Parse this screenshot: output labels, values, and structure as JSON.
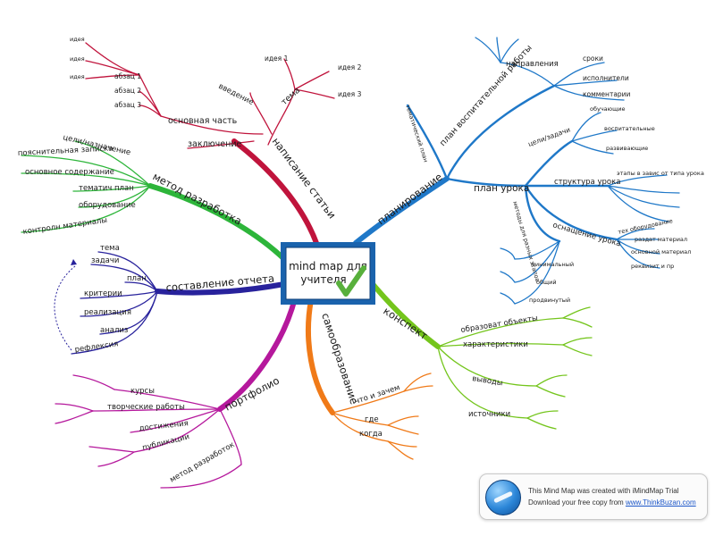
{
  "central": {
    "title_line1": "mind map для",
    "title_line2": "учителя"
  },
  "branches": {
    "writing": {
      "label": "написание статьи",
      "color": "#c0143c"
    },
    "method": {
      "label": "метод разработка",
      "color": "#2db53a"
    },
    "report": {
      "label": "составление отчета",
      "color": "#28229c"
    },
    "portfolio": {
      "label": "портфолио",
      "color": "#b5189c"
    },
    "selfedu": {
      "label": "самообразование",
      "color": "#f07a18"
    },
    "summary": {
      "label": "конспект",
      "color": "#74c51c"
    },
    "planning": {
      "label": "планирование",
      "color": "#1f78c8"
    }
  },
  "writing": {
    "topic": "тема",
    "topic_ideas": [
      "идея 1",
      "идея 2",
      "идея 3"
    ],
    "intro": "введение",
    "main_part": "основная часть",
    "conclusion": "заключение",
    "paragraphs": [
      "абзац 1",
      "абзац 2",
      "абзац 3"
    ],
    "ideas": [
      "идея",
      "идея",
      "идея"
    ]
  },
  "method": {
    "items": [
      "цели/назначение",
      "пояснительная записка",
      "основное содержание",
      "тематич план",
      "оборудование",
      "контролн материалы"
    ]
  },
  "report": {
    "items": [
      "тема",
      "задачи",
      "план",
      "критерии",
      "реализация",
      "анализ",
      "рефлексия"
    ]
  },
  "portfolio": {
    "items": [
      "курсы",
      "творческие работы",
      "достижения",
      "публикации",
      "метод разработок"
    ]
  },
  "selfedu": {
    "items": [
      "что и зачем",
      "где",
      "когда"
    ]
  },
  "summary": {
    "items": [
      "образоват объекты",
      "характеристики",
      "выводы",
      "источники"
    ]
  },
  "planning": {
    "upbringing_plan": "план воспитательной работы",
    "thematic_plan": "тематический план",
    "directions": "направления",
    "deadlines": "сроки",
    "executors": "исполнители",
    "comments": "комментарии",
    "lesson_plan": "план урока",
    "goals": "цели/задачи",
    "goal_items": [
      "обучающие",
      "воспитательные",
      "развивающие"
    ],
    "lesson_structure": "структура урока",
    "stages": "этапы в завис от типа урока",
    "methods": "методы для разных этапов",
    "equipment": "оснащение урока",
    "equipment_items": [
      "тех оборудование",
      "раздат материал",
      "основной материал",
      "реквизит и пр"
    ],
    "forms": [
      "минимальный",
      "общий",
      "продвинутый"
    ]
  },
  "banner": {
    "line1": "This Mind Map was created with iMindMap Trial",
    "line2_prefix": "Download your free copy from",
    "link": "www.ThinkBuzan.com"
  }
}
